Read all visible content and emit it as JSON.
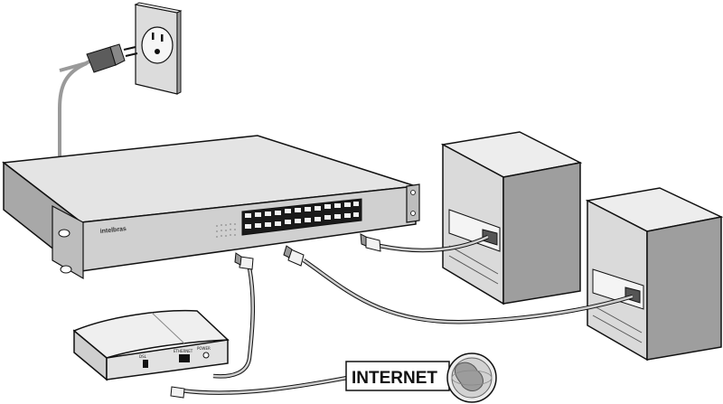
{
  "switch": {
    "brand": "intelbras"
  },
  "modem": {
    "port_dsl": "DSL",
    "port_ethernet": "ETHERNET",
    "port_power": "POWER"
  },
  "internet": {
    "label": "INTERNET"
  },
  "colors": {
    "outline": "#111111",
    "metal": "#e3e3e3",
    "shadow": "#9a9a9a",
    "cable": "#c8c8c8"
  }
}
